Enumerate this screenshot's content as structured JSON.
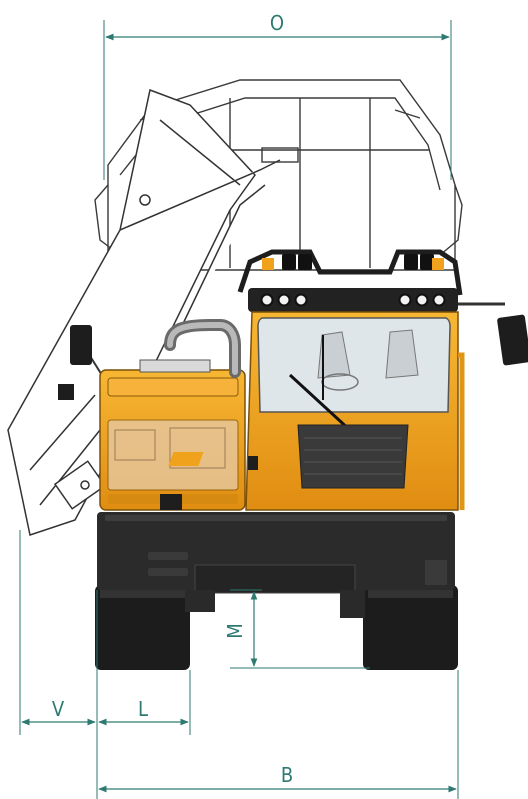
{
  "diagram": {
    "dimension_labels": {
      "overall_height": "O",
      "track_overhang": "V",
      "track_width": "L",
      "ground_clearance": "M",
      "overall_width": "B"
    },
    "colors": {
      "dimension_line": "#2e7a72",
      "body_orange": "#f0a21c",
      "body_orange_dark": "#c97f10",
      "undercarriage": "#2b2b2b",
      "track": "#1c1c1c",
      "outline": "#3a3a3a",
      "glass": "#dfe6ea"
    }
  }
}
